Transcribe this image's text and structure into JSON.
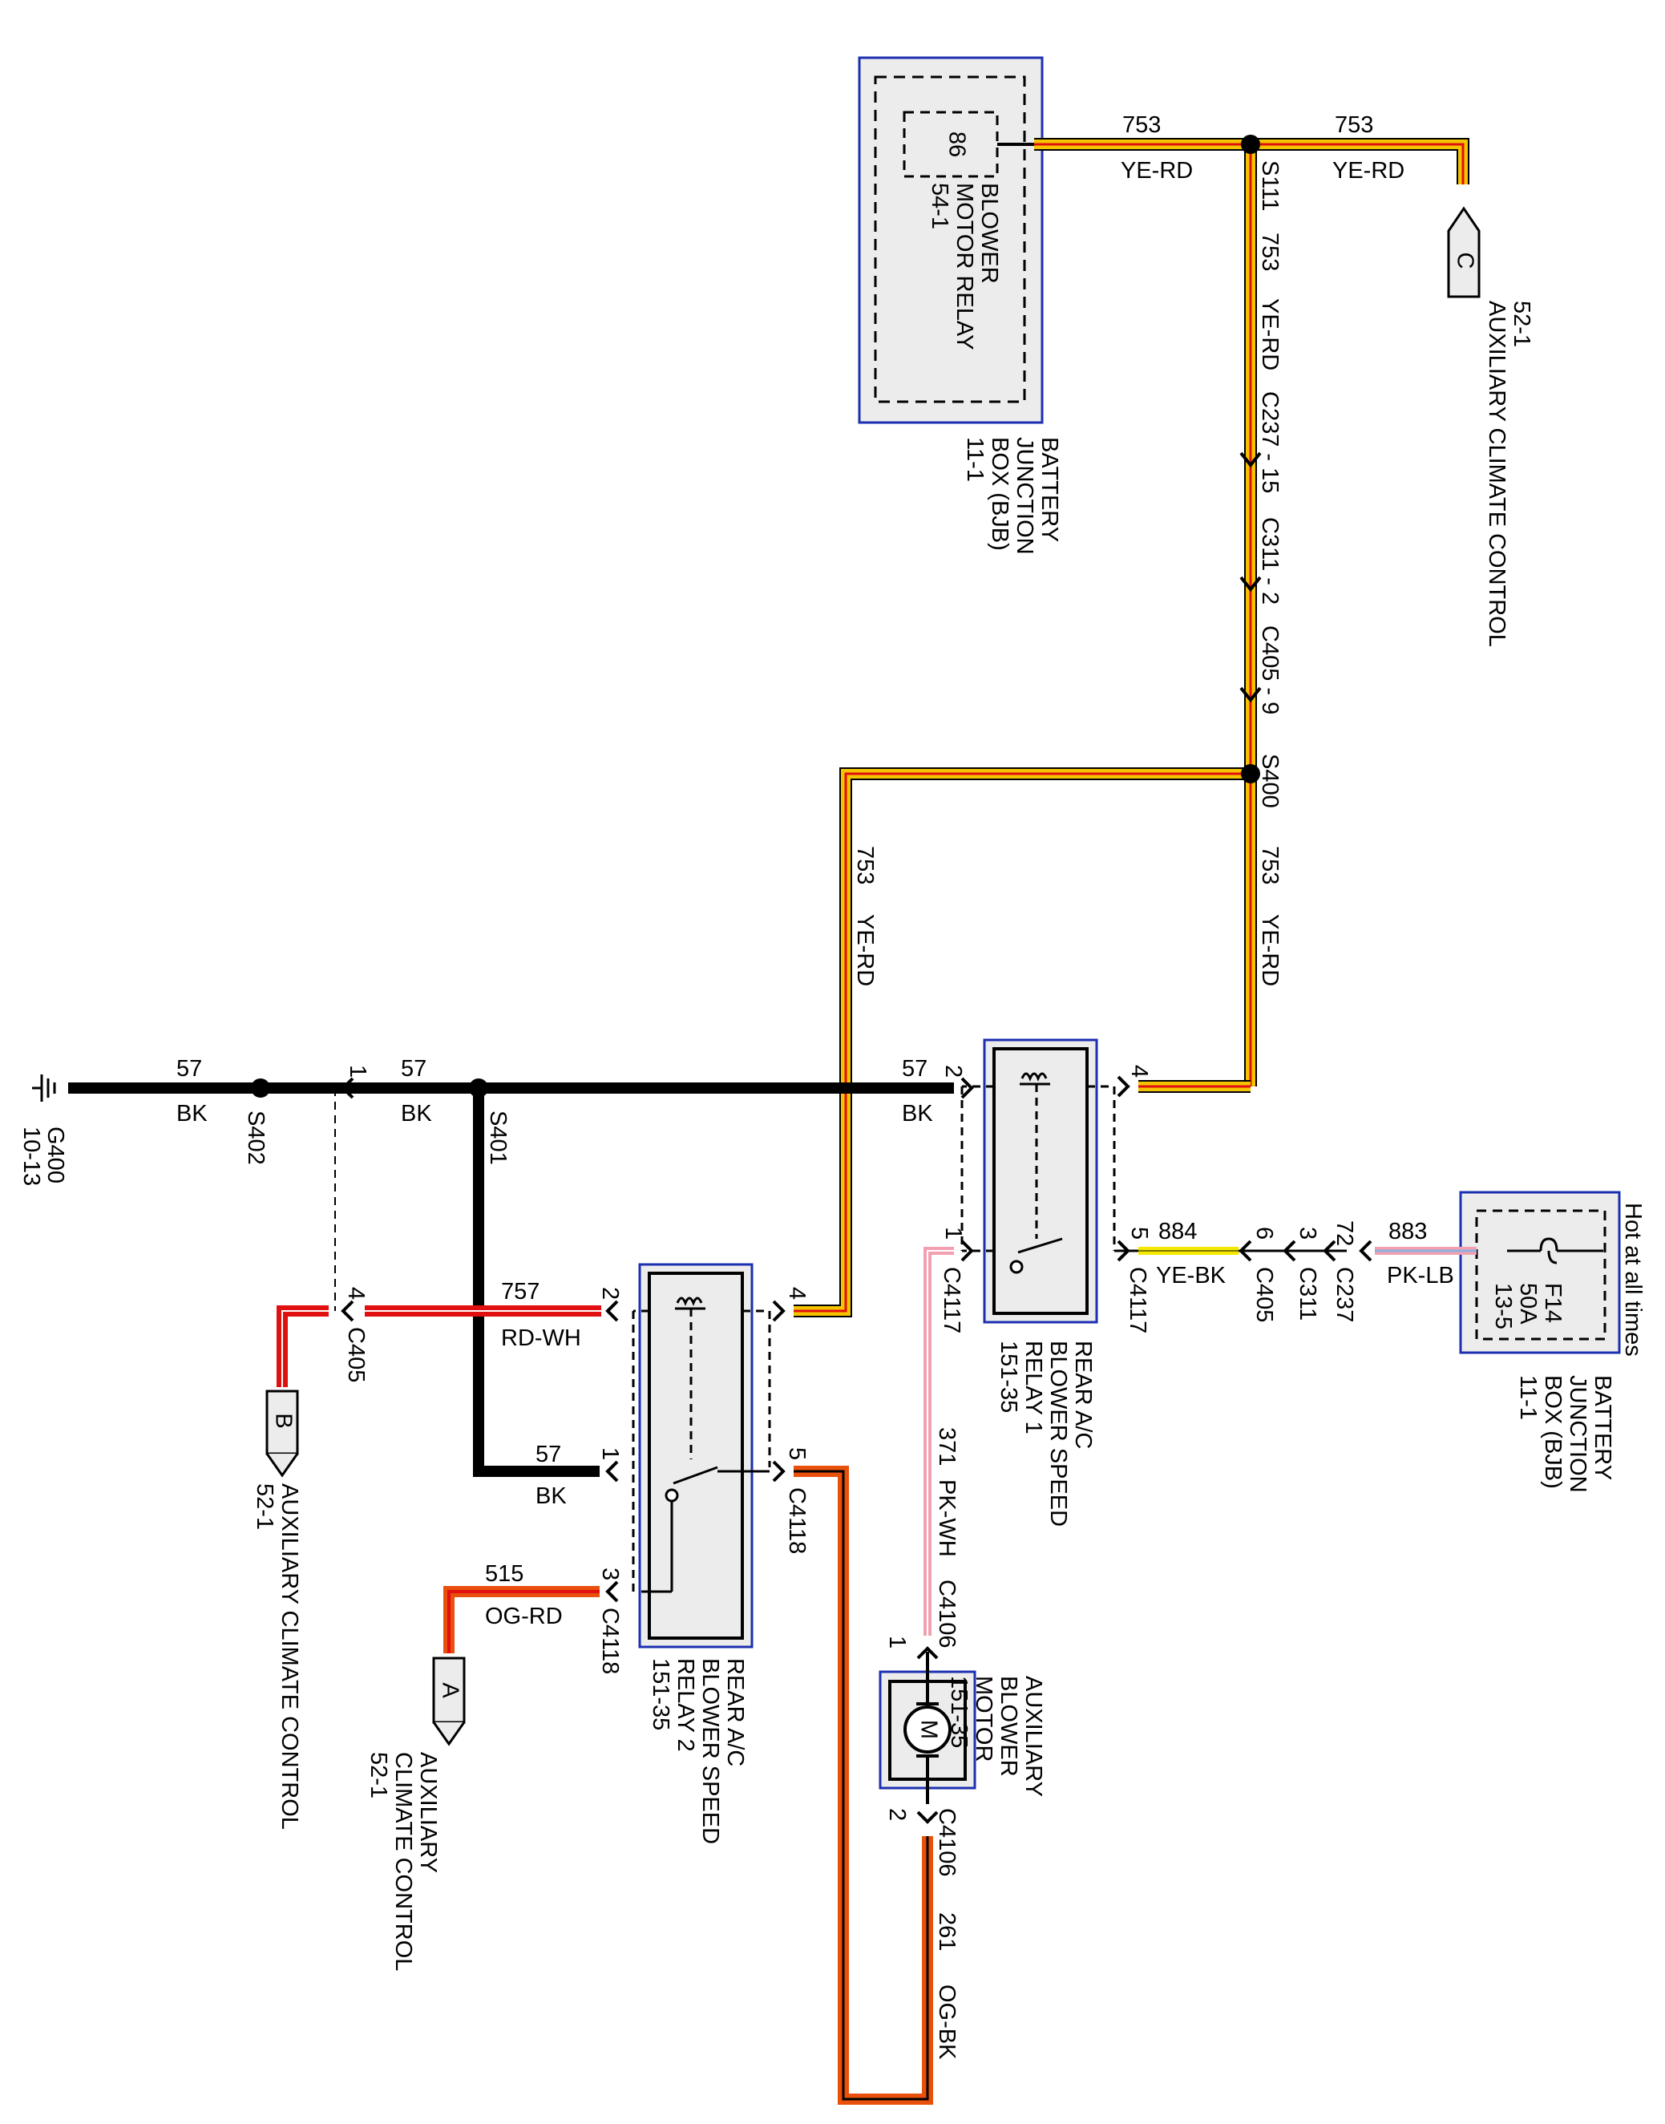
{
  "labels": {
    "w753_a": "753",
    "yerd_a": "YE-RD",
    "w753_b": "753",
    "yerd_b": "YE-RD",
    "w753_c": "753",
    "yerd_c": "YE-RD",
    "w753_d": "753",
    "yerd_d": "YE-RD",
    "w753_e": "753",
    "yerd_e": "YE-RD",
    "s111": "S111",
    "c237_15": "C237 - 15",
    "c311_2": "C311 - 2",
    "c405_9": "C405 - 9",
    "s400": "S400",
    "pin86": "86",
    "w57_a": "57",
    "bk_a": "BK",
    "w57_b": "57",
    "bk_b": "BK",
    "w57_c": "57",
    "bk_c": "BK",
    "w57_d": "57",
    "bk_d": "BK",
    "s402": "S402",
    "s401": "S401",
    "g400_a": "G400",
    "g400_b": "10-13",
    "pin1_a": "1",
    "pin2_r1": "2",
    "pin4_r1": "4",
    "pin1_r1": "1",
    "pin5_r1": "5",
    "c4117_a": "C4117",
    "c4117_b": "C4117",
    "w884": "884",
    "yebk": "YE-BK",
    "pin6": "6",
    "c405_b": "C405",
    "pin3_c311": "3",
    "c311_b": "C311",
    "pin72": "72",
    "c237_b": "C237",
    "w883": "883",
    "pklb": "PK-LB",
    "hot": "Hot at all times",
    "f14": "F14",
    "f14_amp": "50A",
    "f14_ref": "13-5",
    "w757": "757",
    "rdwh": "RD-WH",
    "pin4_c405": "4",
    "c405_c": "C405",
    "pin2_r2": "2",
    "pin4_r2": "4",
    "pin1_r2": "1",
    "pin5_r2": "5",
    "pin3_r2": "3",
    "c4118_a": "C4118",
    "c4118_b": "C4118",
    "w515": "515",
    "ogrd": "OG-RD",
    "w371": "371",
    "pkwh": "PK-WH",
    "c4106_a": "C4106",
    "c4106_b": "C4106",
    "pin1_m": "1",
    "pin2_m": "2",
    "motor_m": "M",
    "w261": "261",
    "ogbk": "OG-BK",
    "conn_a": "A",
    "conn_b": "B",
    "conn_c": "C"
  },
  "components": {
    "blower_motor_relay": [
      "BLOWER",
      "MOTOR RELAY",
      "54-1"
    ],
    "bjb_top": [
      "BATTERY",
      "JUNCTION",
      "BOX (BJB)",
      "11-1"
    ],
    "bjb_right": [
      "BATTERY",
      "JUNCTION",
      "BOX (BJB)",
      "11-1"
    ],
    "aux_cc_c": [
      "AUXILIARY CLIMATE CONTROL",
      "52-1"
    ],
    "aux_cc_b": [
      "AUXILIARY CLIMATE CONTROL",
      "52-1"
    ],
    "aux_cc_a": [
      "AUXILIARY",
      "CLIMATE CONTROL",
      "52-1"
    ],
    "relay1": [
      "REAR A/C",
      "BLOWER SPEED",
      "RELAY 1",
      "151-35"
    ],
    "relay2": [
      "REAR A/C",
      "BLOWER SPEED",
      "RELAY 2",
      "151-35"
    ],
    "aux_motor": [
      "AUXILIARY",
      "BLOWER",
      "MOTOR",
      "151-35"
    ]
  },
  "wire_colors": {
    "BK": "#000000",
    "YE": "#f5c400",
    "RD": "#e01010",
    "WH": "#ffffff",
    "OG": "#e8500c",
    "PK": "#f2a0b0",
    "LB": "#8fb0e0",
    "box_border": "#1c2fb0",
    "box_fill": "#ececec"
  }
}
